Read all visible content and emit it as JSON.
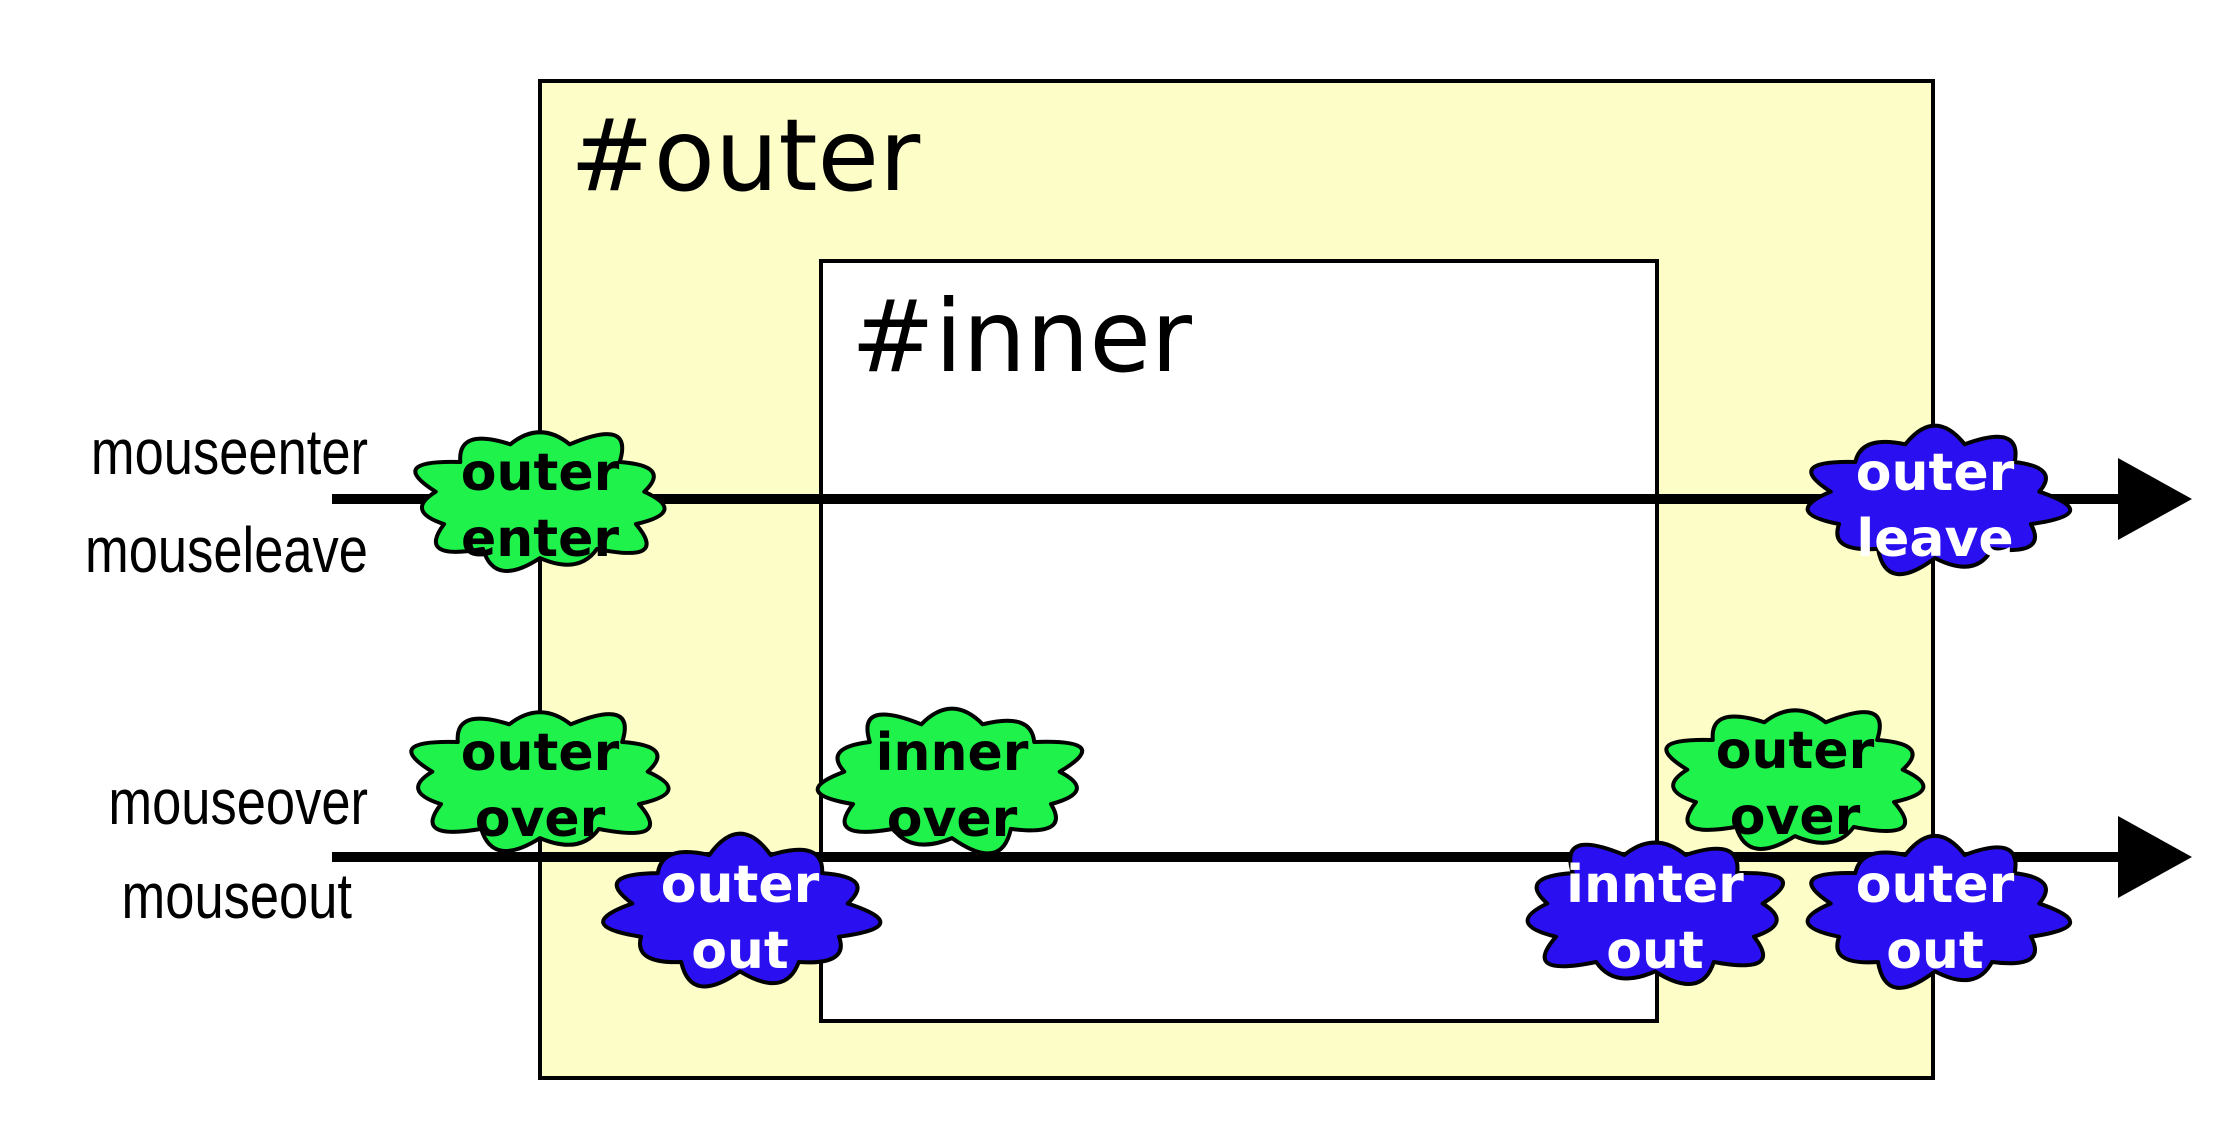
{
  "boxes": {
    "outer_label": "#outer",
    "inner_label": "#inner"
  },
  "lines": {
    "top_label_1": "mouseenter",
    "top_label_2": "mouseleave",
    "bottom_label_1": "mouseover",
    "bottom_label_2": "mouseout"
  },
  "events": [
    {
      "line1": "outer",
      "line2": "enter"
    },
    {
      "line1": "outer",
      "line2": "leave"
    },
    {
      "line1": "outer",
      "line2": "over"
    },
    {
      "line1": "inner",
      "line2": "over"
    },
    {
      "line1": "outer",
      "line2": "over"
    },
    {
      "line1": "outer",
      "line2": "out"
    },
    {
      "line1": "innter",
      "line2": "out"
    },
    {
      "line1": "outer",
      "line2": "out"
    }
  ],
  "colors": {
    "outer_fill": "#fdfdc8",
    "inner_fill": "#ffffff",
    "line": "#000000",
    "enter_over_burst": "#1ff24a",
    "leave_out_burst": "#2a0ff0",
    "enter_over_text": "#000000",
    "leave_out_text": "#ffffff"
  }
}
